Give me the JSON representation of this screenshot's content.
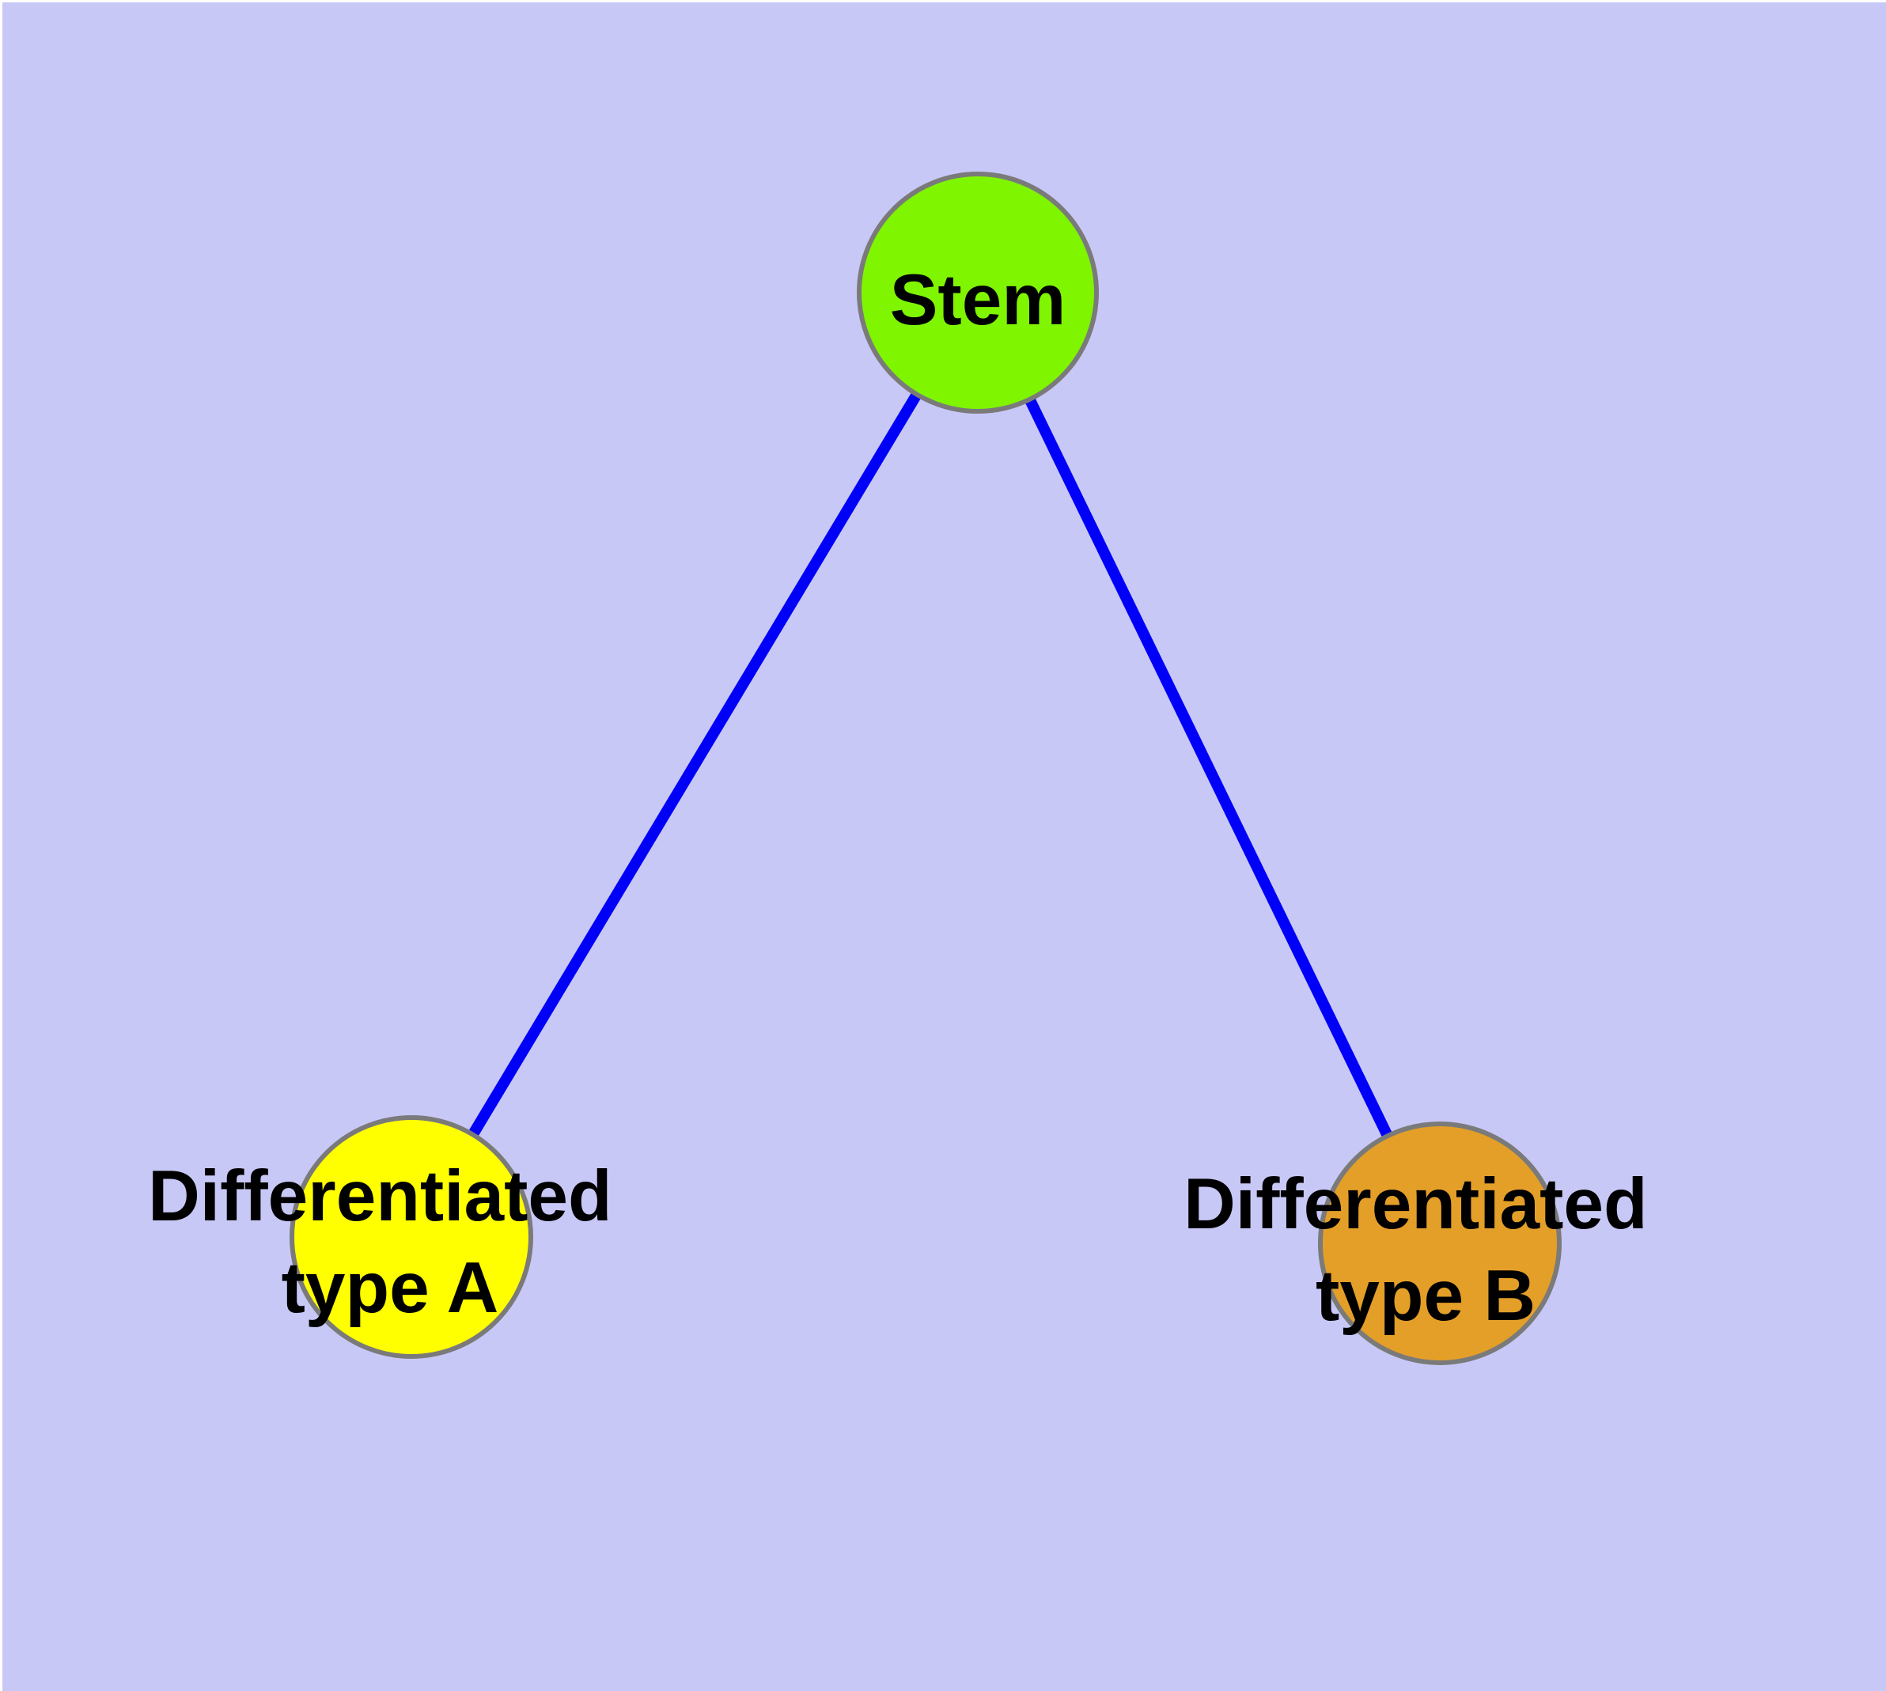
{
  "diagram": {
    "colors": {
      "background": "#C8C8F7",
      "edge": "#0000F8",
      "node_border": "#7A7A7A",
      "label_text": "#000000"
    },
    "nodes": {
      "stem": {
        "label": "Stem",
        "color": "#7FF500"
      },
      "type_a": {
        "label_line1": "Differentiated",
        "label_line2": "type A",
        "color": "#FFFF00"
      },
      "type_b": {
        "label_line1": "Differentiated",
        "label_line2": "type B",
        "color": "#E49F28"
      }
    },
    "edges": [
      {
        "from": "Stem",
        "to": "Differentiated type A"
      },
      {
        "from": "Stem",
        "to": "Differentiated type B"
      }
    ]
  }
}
